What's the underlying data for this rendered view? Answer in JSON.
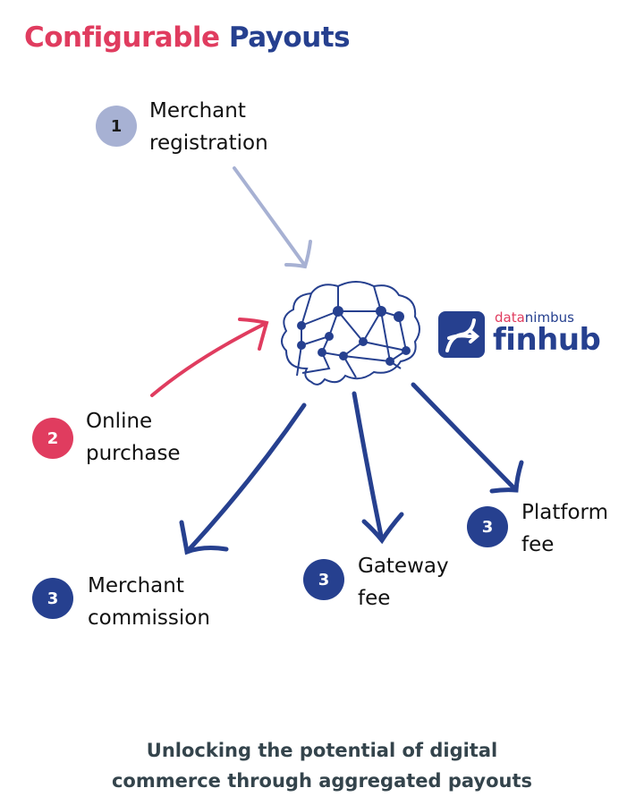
{
  "title": {
    "part1": "Configurable",
    "part2": "Payouts"
  },
  "colors": {
    "red": "#e03c5f",
    "navy": "#26408f",
    "lavender": "#a7b1d3",
    "text": "#111111",
    "footer": "#34444c"
  },
  "steps": [
    {
      "number": "1",
      "line1": "Merchant",
      "line2": "registration",
      "color": "lavender"
    },
    {
      "number": "2",
      "line1": "Online",
      "line2": "purchase",
      "color": "red"
    },
    {
      "number": "3",
      "line1": "Merchant",
      "line2": "commission",
      "color": "navy"
    },
    {
      "number": "3",
      "line1": "Gateway",
      "line2": "fee",
      "color": "navy"
    },
    {
      "number": "3",
      "line1": "Platform",
      "line2": "fee",
      "color": "navy"
    }
  ],
  "hub": {
    "icon": "brain-network-icon"
  },
  "logo": {
    "top_part1": "data",
    "top_part2": "nimbus",
    "main": "finhub"
  },
  "footer": {
    "line1": "Unlocking the potential of digital",
    "line2": "commerce through aggregated payouts"
  }
}
